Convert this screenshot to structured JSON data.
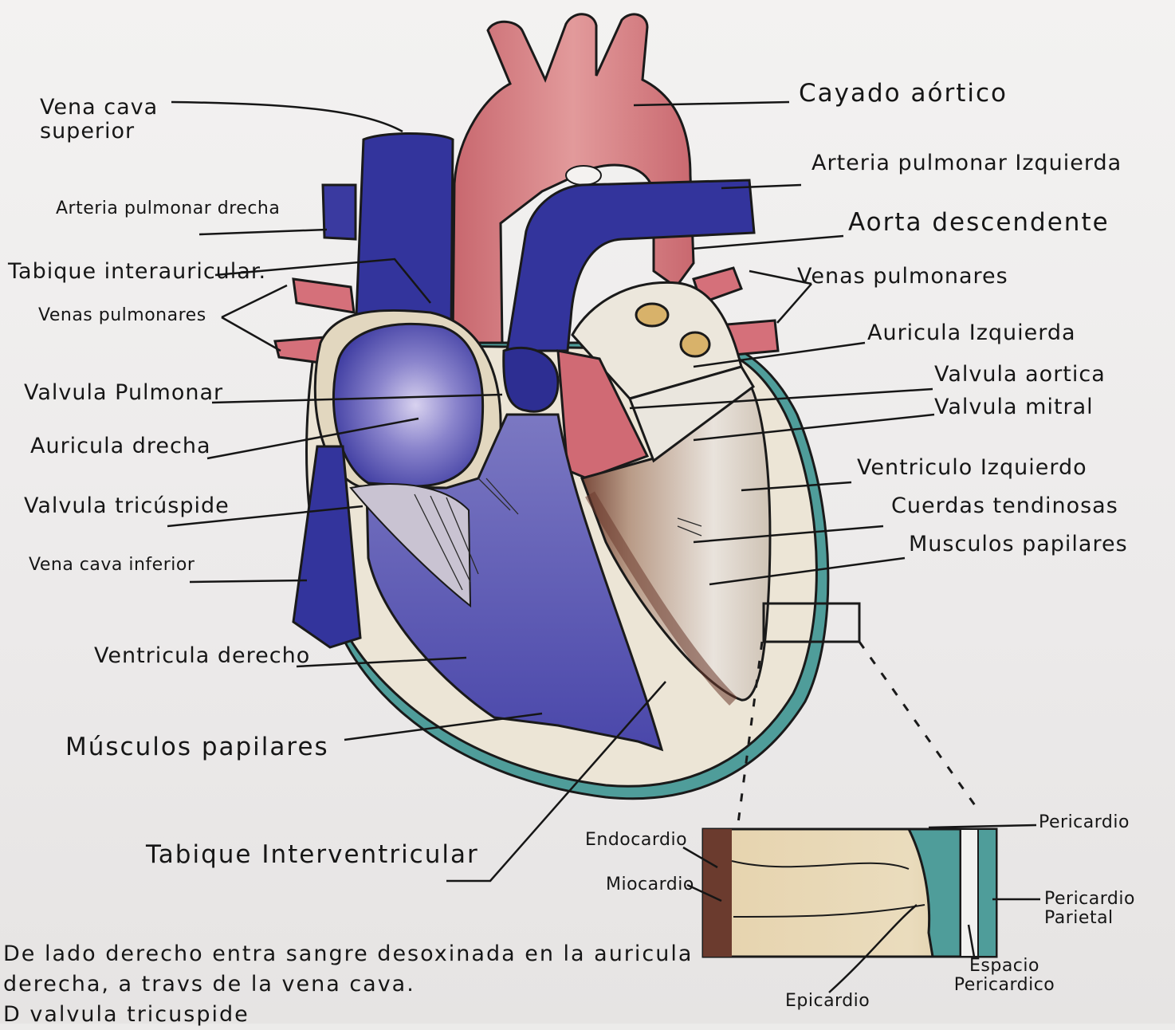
{
  "labels": {
    "vena_cava_superior": "Vena cava superior",
    "arteria_pulmonar_derecha": "Arteria pulmonar drecha",
    "tabique_interauricular": "Tabique interauricular.",
    "venas_pulmonares_left": "Venas pulmonares",
    "valvula_pulmonar": "Valvula Pulmonar",
    "auricula_derecha": "Auricula drecha",
    "valvula_tricuspide": "Valvula tricúspide",
    "vena_cava_inferior": "Vena cava inferior",
    "ventriculo_derecho": "Ventricula derecho",
    "musculos_papilares_left": "Músculos papilares",
    "tabique_interventricular": "Tabique Interventricular",
    "cayado_aortico": "Cayado aórtico",
    "arteria_pulmonar_izquierda": "Arteria pulmonar Izquierda",
    "aorta_descendente": "Aorta descendente",
    "venas_pulmonares_right": "Venas pulmonares",
    "auricula_izquierda": "Auricula Izquierda",
    "valvula_aortica": "Valvula aortica",
    "valvula_mitral": "Valvula mitral",
    "ventriculo_izquierdo": "Ventriculo Izquierdo",
    "cuerdas_tendinosas": "Cuerdas tendinosas",
    "musculos_papilares_right": "Musculos papilares",
    "endocardio": "Endocardio",
    "miocardio": "Miocardio",
    "epicardio": "Epicardio",
    "espacio_pericardico": "Espacio Pericardico",
    "pericardio": "Pericardio",
    "pericardio_parietal": "Pericardio Parietal"
  },
  "note": {
    "line1": "De lado derecho entra sangre desoxinada en la auricula",
    "line2": "derecha, a travs de la vena cava.",
    "line3": "D          valvula tricuspide"
  },
  "colors": {
    "aorta_red": "#d77a7f",
    "vein_blue": "#33349c",
    "chamber_cream": "#e7dcc3",
    "brown_muscle": "#6b3b2e",
    "pericardium_teal": "#4f9d9a"
  }
}
